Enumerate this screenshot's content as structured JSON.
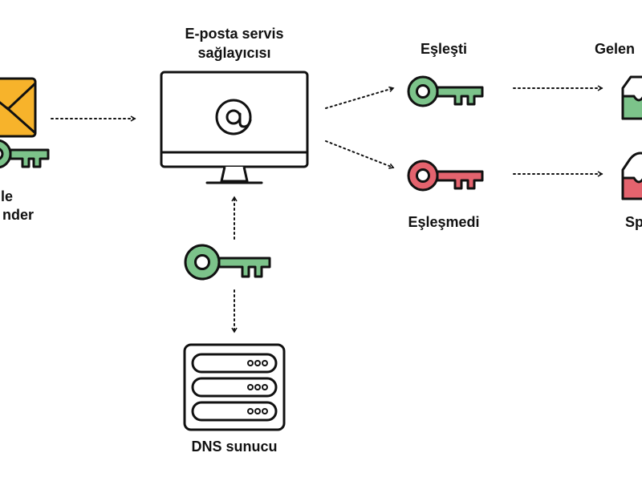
{
  "labels": {
    "provider_line1": "E-posta servis",
    "provider_line2": "sağlayıcısı",
    "matched": "Eşleşti",
    "not_matched": "Eşleşmedi",
    "inbox": "Gelen",
    "spam": "Sp",
    "sender_line1": "ile",
    "sender_line2": "nder",
    "dns_server": "DNS sunucu"
  },
  "icons": {
    "provider": "computer-monitor-at-sign-icon",
    "sender": "envelope-icon",
    "key_sender": "key-icon",
    "key_matched": "key-icon",
    "key_not_matched": "key-icon",
    "key_dns": "key-icon",
    "dns": "server-rack-icon",
    "inbox": "inbox-tray-icon",
    "spam": "spam-tray-icon"
  },
  "colors": {
    "key_green": "#7cc38a",
    "key_red": "#e4636e",
    "envelope_orange": "#f7b32b",
    "outline": "#111111",
    "inbox_fill": "#7cc38a",
    "spam_fill": "#e4636e"
  }
}
